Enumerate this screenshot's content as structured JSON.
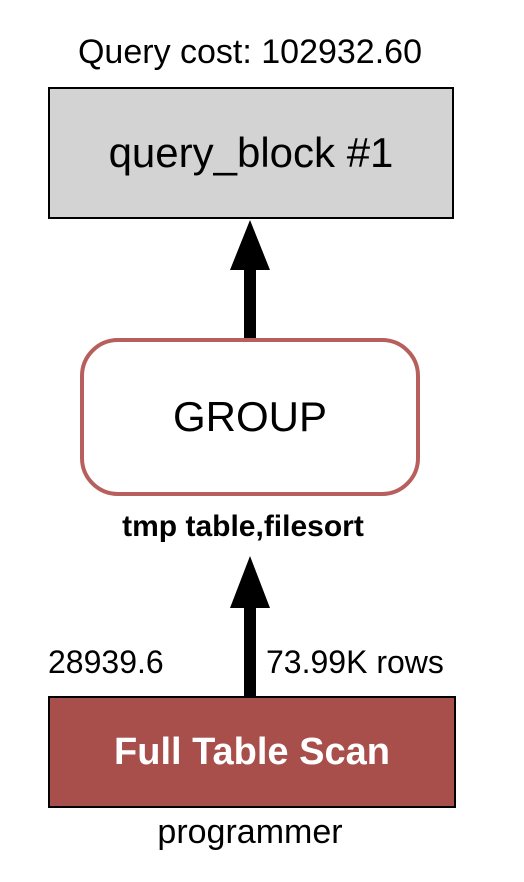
{
  "diagram": {
    "query_cost_label": "Query cost: 102932.60",
    "query_block": {
      "label": "query_block #1",
      "fill": "#d3d3d3"
    },
    "group": {
      "label": "GROUP",
      "extra": "tmp table,filesort",
      "border_color": "#b75f5d"
    },
    "table_scan": {
      "label": "Full Table Scan",
      "cost": "28939.6",
      "rows": "73.99K rows",
      "table": "programmer",
      "fill": "#a84e4b"
    }
  }
}
